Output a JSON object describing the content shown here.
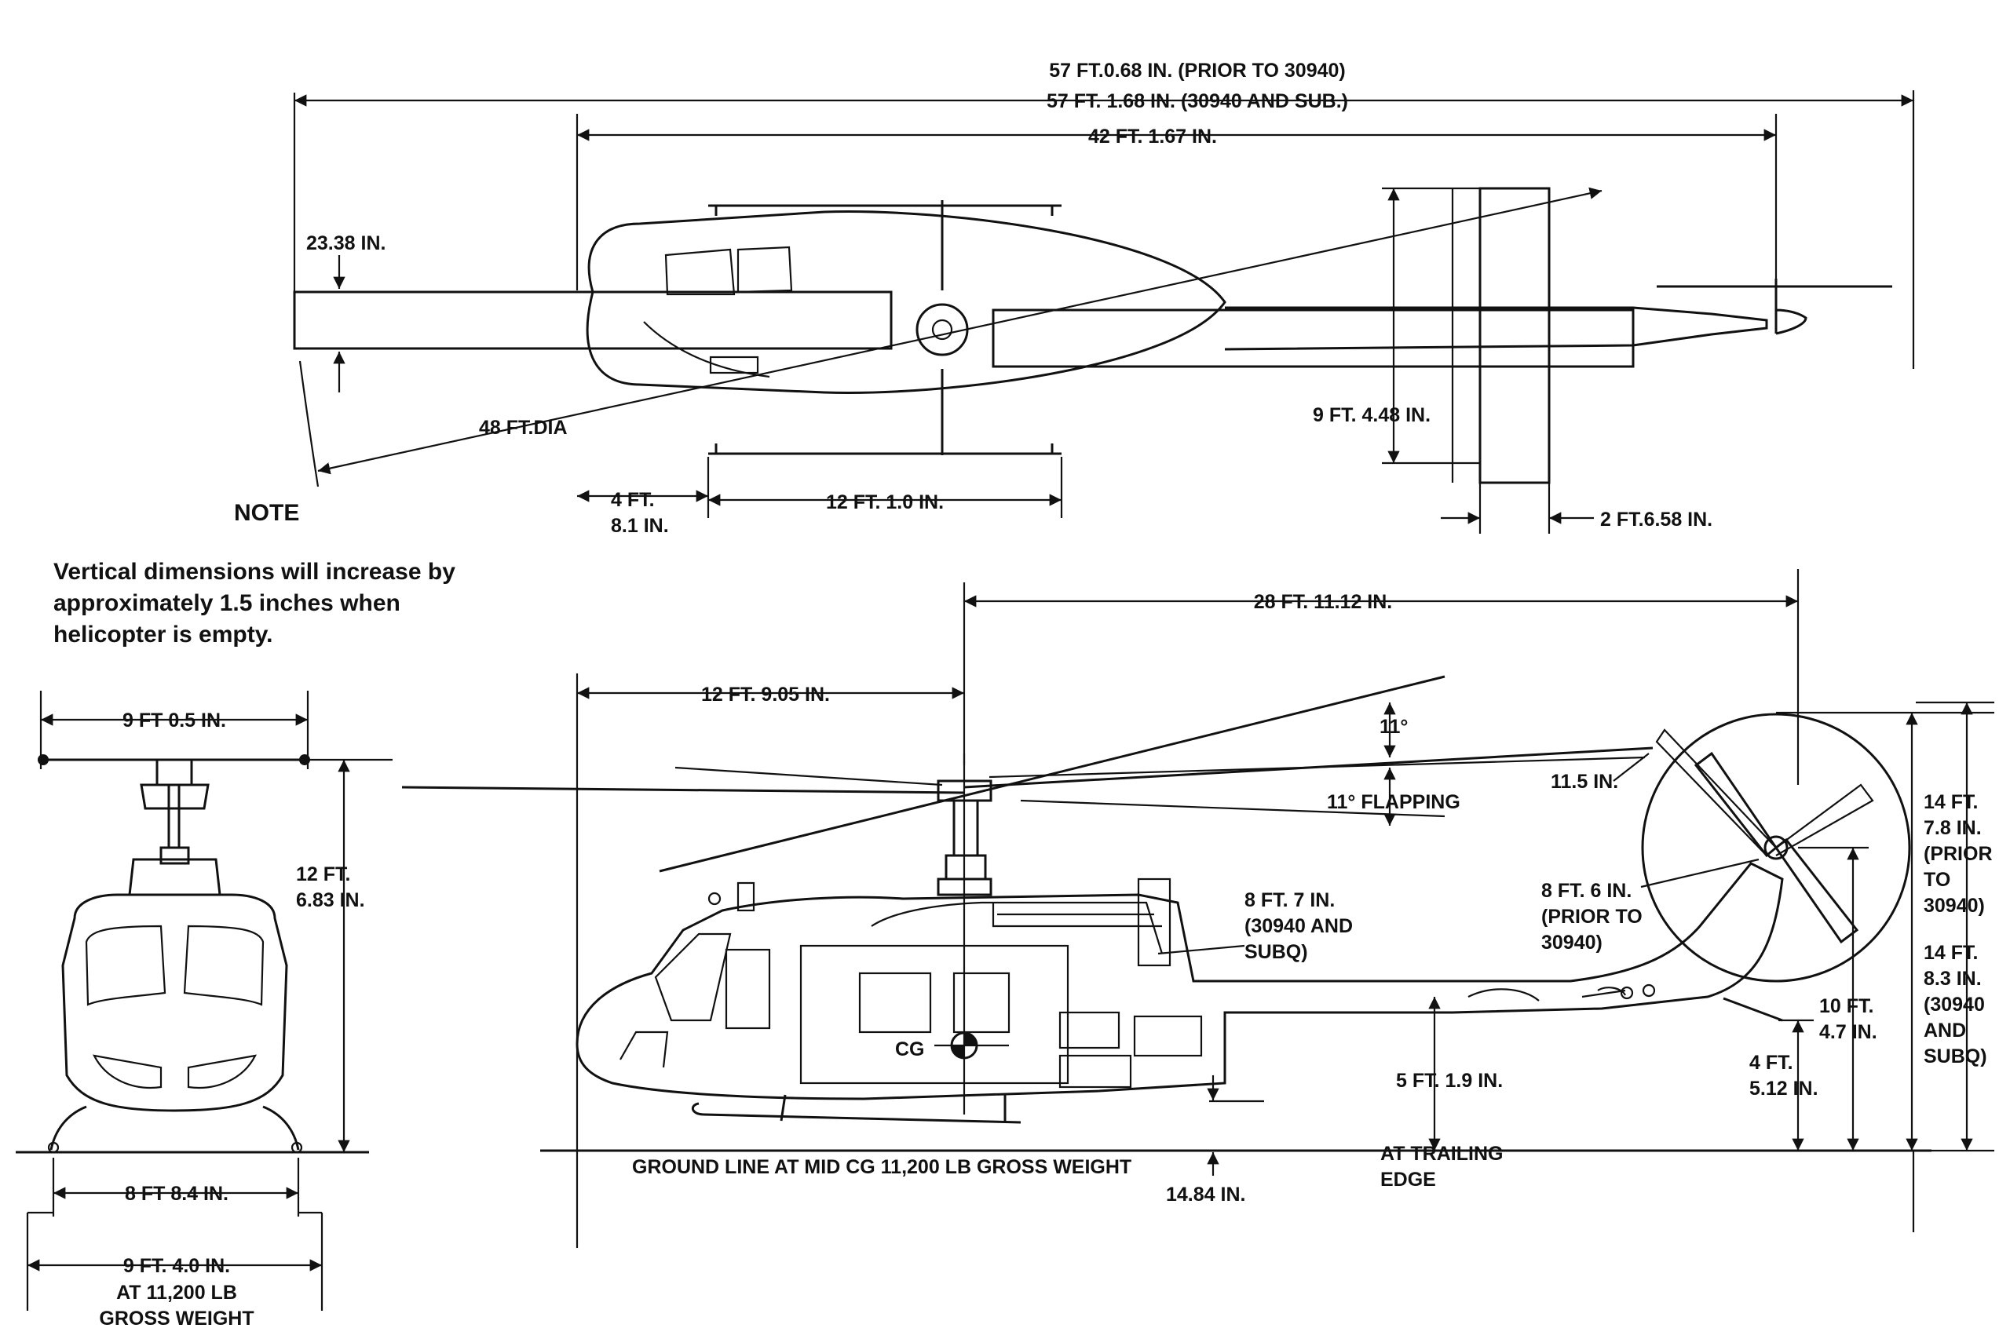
{
  "top_view": {
    "overall_length_prior": "57 FT.0.68 IN. (PRIOR TO 30940)",
    "overall_length_sub": "57 FT. 1.68 IN. (30940 AND SUB.)",
    "rotor_mast_to_tail": "42 FT. 1.67 IN.",
    "blade_chord": "23.38 IN.",
    "rotor_diameter": "48 FT.DIA",
    "stabilizer_span": "9 FT. 4.48 IN.",
    "nose_to_skid_line1": "4 FT.",
    "nose_to_skid_line2": "8.1 IN.",
    "skid_length": "12 FT. 1.0 IN.",
    "stabilizer_chord": "2 FT.6.58 IN."
  },
  "note": {
    "heading": "NOTE",
    "line1": "Vertical dimensions will increase by",
    "line2": "approximately 1.5 inches when",
    "line3": "helicopter is empty."
  },
  "front_view": {
    "rotor_width": "9 FT 0.5 IN.",
    "height_line1": "12 FT.",
    "height_line2": "6.83 IN.",
    "skid_width": "8 FT 8.4 IN.",
    "tread_line1": "9 FT. 4.0 IN.",
    "tread_line2": "AT 11,200 LB",
    "tread_line3": "GROSS WEIGHT"
  },
  "side_view": {
    "mast_to_tail_rotor": "28 FT. 11.12 IN.",
    "nose_to_mast": "12 FT. 9.05 IN.",
    "flap_up_angle": "11°",
    "flapping": "11° FLAPPING",
    "tail_rotor_clearance": "11.5 IN.",
    "height_subq_line1": "8 FT. 7 IN.",
    "height_subq_line2": "(30940 AND",
    "height_subq_line3": "SUBQ)",
    "height_prior_line1": "8 FT. 6 IN.",
    "height_prior_line2": "(PRIOR TO",
    "height_prior_line3": "30940)",
    "cg_label": "CG",
    "tailboom_height": "5 FT. 1.9 IN.",
    "trailing_edge_line1": "AT TRAILING",
    "trailing_edge_line2": "EDGE",
    "ground_line": "GROUND LINE AT MID CG 11,200 LB GROSS WEIGHT",
    "ground_clearance": "14.84 IN.",
    "tail_hub_height_line1": "10 FT.",
    "tail_hub_height_line2": "4.7 IN.",
    "tail_skid_height_line1": "4 FT.",
    "tail_skid_height_line2": "5.12 IN.",
    "overall_height_prior_line1": "14 FT.",
    "overall_height_prior_line2": "7.8 IN.",
    "overall_height_prior_line3": "(PRIOR",
    "overall_height_prior_line4": "TO",
    "overall_height_prior_line5": "30940)",
    "overall_height_sub_line1": "14 FT.",
    "overall_height_sub_line2": "8.3 IN.",
    "overall_height_sub_line3": "(30940",
    "overall_height_sub_line4": "AND",
    "overall_height_sub_line5": "SUBQ)"
  }
}
